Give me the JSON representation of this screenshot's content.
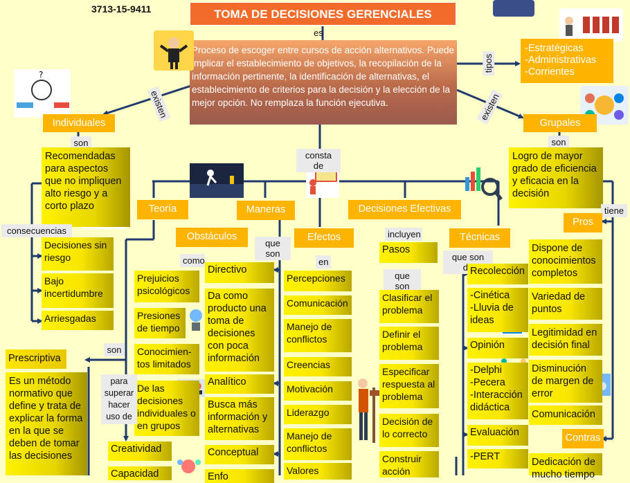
{
  "code": "3713-15-9411",
  "title": "TOMA DE DECISIONES GERENCIALES",
  "definition": "Proceso de escoger entre cursos de acción alternativos. Puede implicar el establecimiento de objetivos, la recopilación de la información pertinente, la identificación de alternativas, el establecimiento de criterios para la decisión y la elección de la mejor opción. No remplaza la función ejecutiva.",
  "connectors": {
    "es": "es",
    "tipos": "tipos",
    "existen_left": "existen",
    "existen_right": "existen",
    "consta_de": "consta de",
    "son_ind": "son",
    "son_grup": "son",
    "consecuencias": "consecuencias",
    "tiene": "tiene",
    "como": "como",
    "que_son": "que son",
    "en": "en",
    "incluyen": "incluyen",
    "que_son_pasos": "que son",
    "que_son_de": "que son de",
    "son_teoria": "son",
    "para_superar": "para superar hacer uso de"
  },
  "tipos": [
    "-Estratégicas",
    "-Administrativas",
    "-Corrientes"
  ],
  "individuales": {
    "label": "Individuales",
    "desc": "Recomendadas para aspectos que no impliquen alto riesgo y a corto plazo",
    "consecuencias": [
      "Decisiones sin riesgo",
      "Bajo incertidumbre",
      "Arriesgadas"
    ]
  },
  "grupales": {
    "label": "Grupales",
    "desc": "Logro de mayor grado de eficiencia y eficacia en la decisión",
    "pros_label": "Pros",
    "pros": [
      "Dispone de conocimientos completos",
      "Variedad de puntos",
      "Legitimidad en decisión final",
      "Disminución de margen de error",
      "Comunicación"
    ],
    "contras_label": "Contras",
    "contras": [
      "Dedicación de mucho tiempo"
    ]
  },
  "branches": {
    "teoria": "Teoría",
    "maneras": "Maneras",
    "decisiones_efectivas": "Decisiones Efectivas",
    "obstaculos": "Obstáculos",
    "efectos": "Efectos",
    "tecnicas": "Técnicas"
  },
  "teoria": {
    "prescriptiva": "Prescriptiva",
    "prescriptiva_desc": "Es un método normativo que define y trata de explicar la forma en la que se deben de tomar las decisiones"
  },
  "obstaculos": [
    "Prejuicios psicológicos",
    "Presiones de tiempo",
    "Conocimien-tos limitados",
    "De las decisiones individuales o en grupos"
  ],
  "creatividad": [
    "Creatividad",
    "Capacidad"
  ],
  "maneras": {
    "directivo": "Directivo",
    "directivo_desc": "Da como producto una toma de decisiones con poca información",
    "analitico": "Analítico",
    "analitico_desc": "Busca más información y alternativas",
    "conceptual": "Conceptual",
    "conceptual_desc": "Enfo"
  },
  "efectos": [
    "Percepciones",
    "Comunicación",
    "Manejo de conflictos",
    "Creencias",
    "Motivación",
    "Liderazgo",
    "Manejo de conflictos",
    "Valores"
  ],
  "pasos_label": "Pasos",
  "pasos": [
    "Clasificar el problema",
    "Definir el problema",
    "Especificar respuesta al problema",
    "Decisión de lo correcto",
    "Construir acción"
  ],
  "tecnicas": {
    "recoleccion": "Recolección",
    "recoleccion_items": "-Cinética\n-Lluvia de ideas",
    "opinion": "Opinión",
    "opinion_items": "-Delphi\n-Pecera\n-Interacción didáctica",
    "evaluacion": "Evaluación",
    "pert": "-PERT"
  },
  "colors": {
    "title": "#f26b2a",
    "orange": "#ffb400",
    "line": "#1f3a6e",
    "background": "#ffffc8"
  }
}
